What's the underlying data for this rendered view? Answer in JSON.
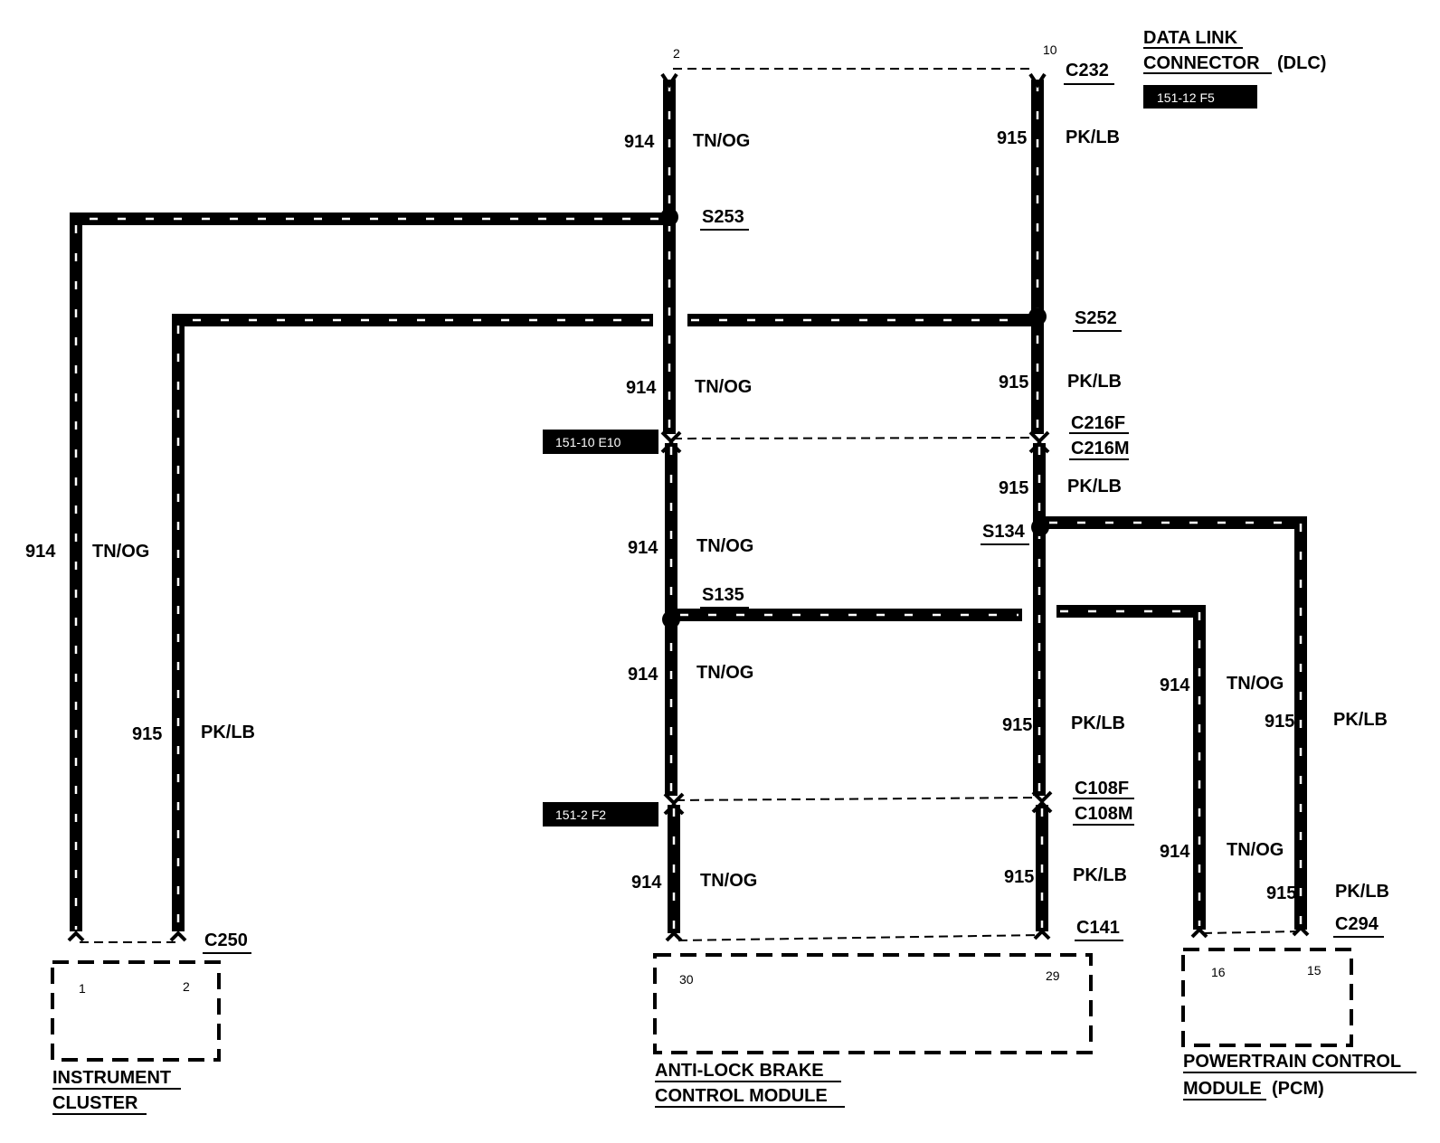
{
  "dlc": {
    "line1": "DATA LINK",
    "line2": "CONNECTOR",
    "suffix": "(DLC)",
    "ref": "151-12 F5"
  },
  "connectors": {
    "c232": "C232",
    "c250": "C250",
    "c141": "C141",
    "c294": "C294",
    "c216f": "C216F",
    "c216m": "C216M",
    "c108f": "C108F",
    "c108m": "C108M"
  },
  "splices": {
    "s253": "S253",
    "s252": "S252",
    "s134": "S134",
    "s135": "S135"
  },
  "refs": {
    "r1": "151-10 E10",
    "r2": "151-2 F2"
  },
  "circuits": {
    "c914": "914",
    "c915": "915",
    "tnog": "TN/OG",
    "pklb": "PK/LB"
  },
  "pins": {
    "p2": "2",
    "p10": "10",
    "p1": "1",
    "p2b": "2",
    "p30": "30",
    "p29": "29",
    "p16": "16",
    "p15": "15"
  },
  "modules": {
    "instrument_cluster": {
      "line1": "INSTRUMENT",
      "line2": "CLUSTER"
    },
    "abs": {
      "line1": "ANTI-LOCK BRAKE",
      "line2": "CONTROL MODULE"
    },
    "pcm": {
      "line1": "POWERTRAIN CONTROL",
      "line2": "MODULE",
      "suffix": "(PCM)"
    }
  }
}
